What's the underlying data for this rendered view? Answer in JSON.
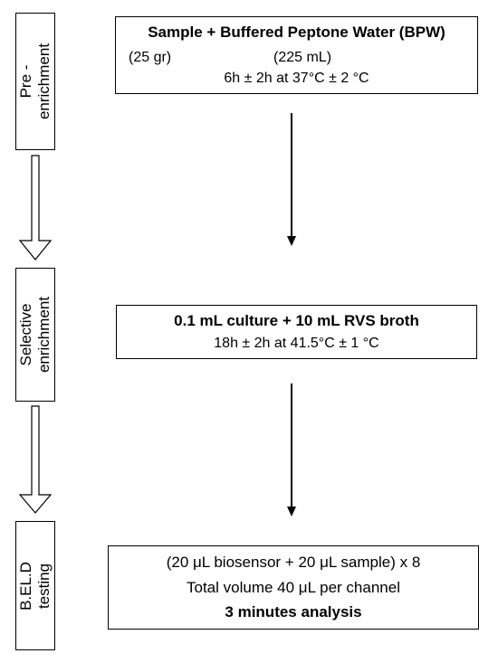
{
  "stages": [
    {
      "lines": [
        "Pre -",
        "enrichment"
      ]
    },
    {
      "lines": [
        "Selective",
        "enrichment"
      ]
    },
    {
      "lines": [
        "B.EL.D",
        "testing"
      ]
    }
  ],
  "step1": {
    "title": "Sample + Buffered Peptone Water (BPW)",
    "qty_sample": "(25 gr)",
    "qty_bpw": "(225 mL)",
    "conditions": "6h ± 2h  at 37°C ± 2 °C"
  },
  "step2": {
    "title": "0.1 mL culture + 10 mL RVS broth",
    "conditions": "18h ± 2h  at 41.5°C ± 1 °C"
  },
  "step3": {
    "line1": "(20 μL biosensor + 20 μL sample) x 8",
    "line2": "Total volume 40 μL per channel",
    "line3": "3 minutes analysis"
  }
}
